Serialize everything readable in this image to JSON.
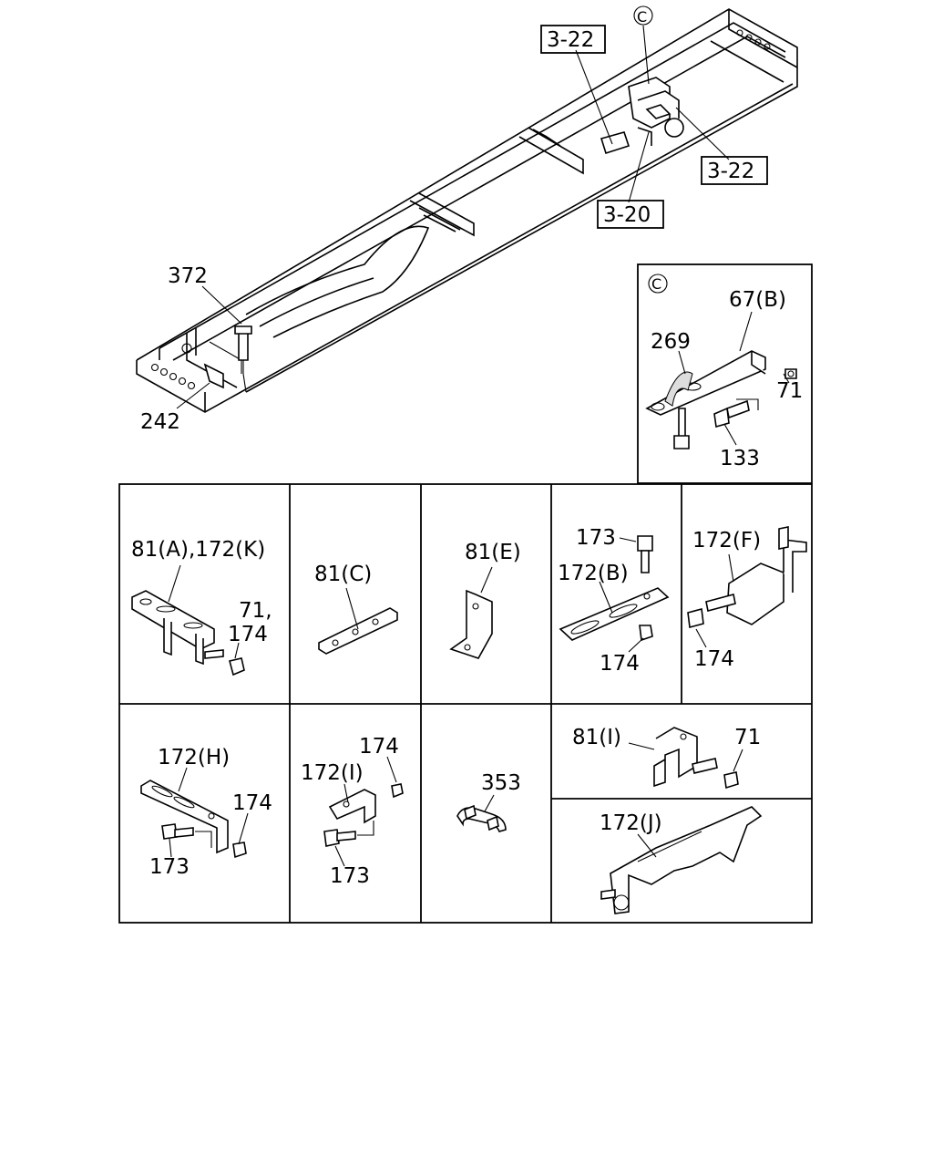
{
  "frame_labels": {
    "ref_3_22_top": "3-22",
    "ref_3_22_right": "3-22",
    "ref_3_20": "3-20",
    "callout_c": "C",
    "p372": "372",
    "p242": "242"
  },
  "detail_c": {
    "tag": "C",
    "p67b": "67(B)",
    "p269": "269",
    "p71": "71",
    "p133": "133"
  },
  "cells": {
    "c1": {
      "a": "81(A),172(K)",
      "b": "71,",
      "c": "174"
    },
    "c2": {
      "a": "81(C)"
    },
    "c3": {
      "a": "81(E)"
    },
    "c4": {
      "a": "173",
      "b": "172(B)",
      "c": "174"
    },
    "c5": {
      "a": "172(F)",
      "b": "174"
    },
    "c6": {
      "a": "172(H)",
      "b": "174",
      "c": "173"
    },
    "c7": {
      "a": "174",
      "b": "172(I)",
      "c": "173"
    },
    "c8": {
      "a": "353"
    },
    "c9": {
      "a": "81(I)",
      "b": "71"
    },
    "c10": {
      "a": "172(J)"
    }
  }
}
